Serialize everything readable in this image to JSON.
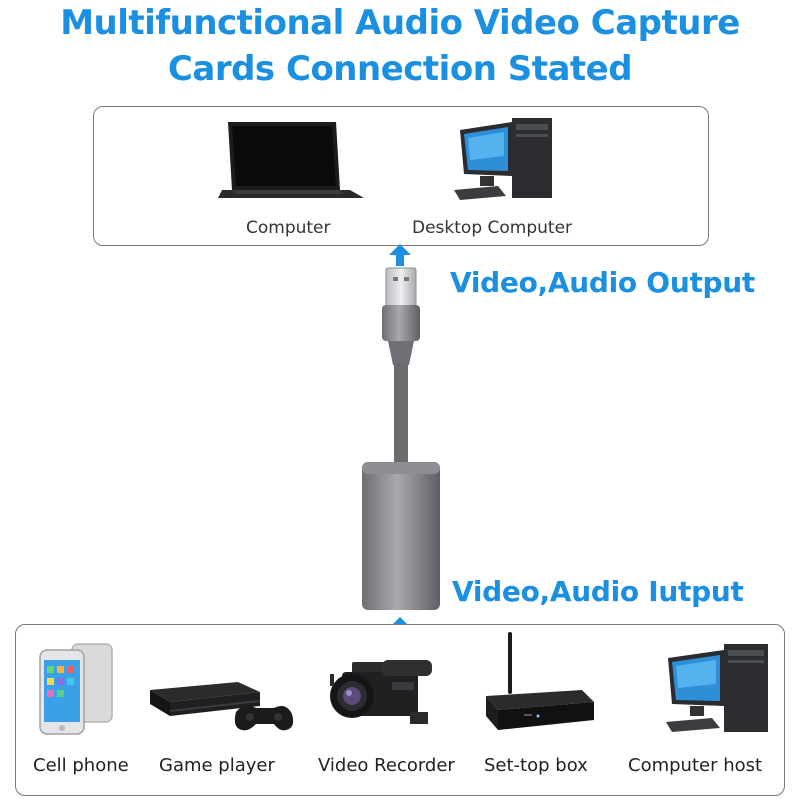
{
  "title": {
    "line1": "Multifunctional Audio Video Capture",
    "line2": "Cards Connection Stated"
  },
  "top_devices": [
    {
      "label": "Computer",
      "icon": "laptop-icon"
    },
    {
      "label": "Desktop Computer",
      "icon": "desktop-computer-icon"
    }
  ],
  "output_label": "Video,Audio Output",
  "input_label": "Video,Audio Iutput",
  "bottom_devices": [
    {
      "label": "Cell phone",
      "icon": "cell-phone-icon"
    },
    {
      "label": "Game player",
      "icon": "game-console-icon"
    },
    {
      "label": "Video Recorder",
      "icon": "video-camera-icon"
    },
    {
      "label": "Set-top box",
      "icon": "set-top-box-icon"
    },
    {
      "label": "Computer host",
      "icon": "computer-host-icon"
    }
  ],
  "colors": {
    "accent": "#1b8fe0",
    "box_border": "#7a7a7a",
    "device_gray": "#7b7d82"
  }
}
